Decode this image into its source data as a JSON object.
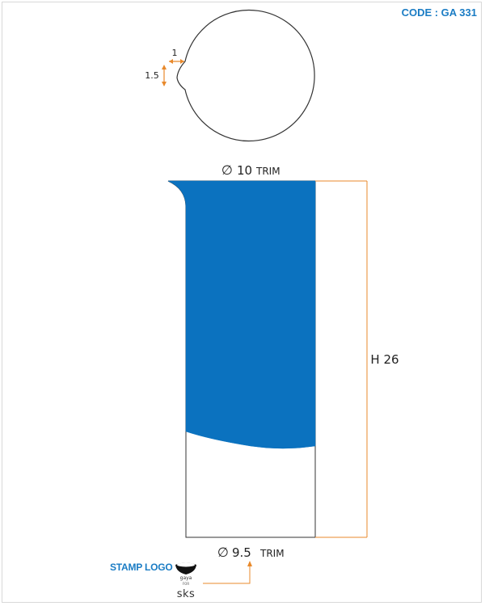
{
  "code_label": "CODE : GA 331",
  "colors": {
    "accent": "#1a7cc4",
    "fill_blue": "#0b72bf",
    "dimension_orange": "#e8892b",
    "outline": "#333333"
  },
  "top_view": {
    "notch_width_label": "1",
    "notch_height_label": "1.5"
  },
  "front_view": {
    "top_diameter_symbol": "∅",
    "top_diameter_value": "10",
    "top_diameter_suffix": "TRIM",
    "bottom_diameter_symbol": "∅",
    "bottom_diameter_value": "9.5",
    "bottom_diameter_suffix": "TRIM",
    "height_label": "H 26"
  },
  "stamp": {
    "label": "STAMP LOGO",
    "brand": "gaya",
    "for_text": "FOR",
    "client": "sks"
  }
}
